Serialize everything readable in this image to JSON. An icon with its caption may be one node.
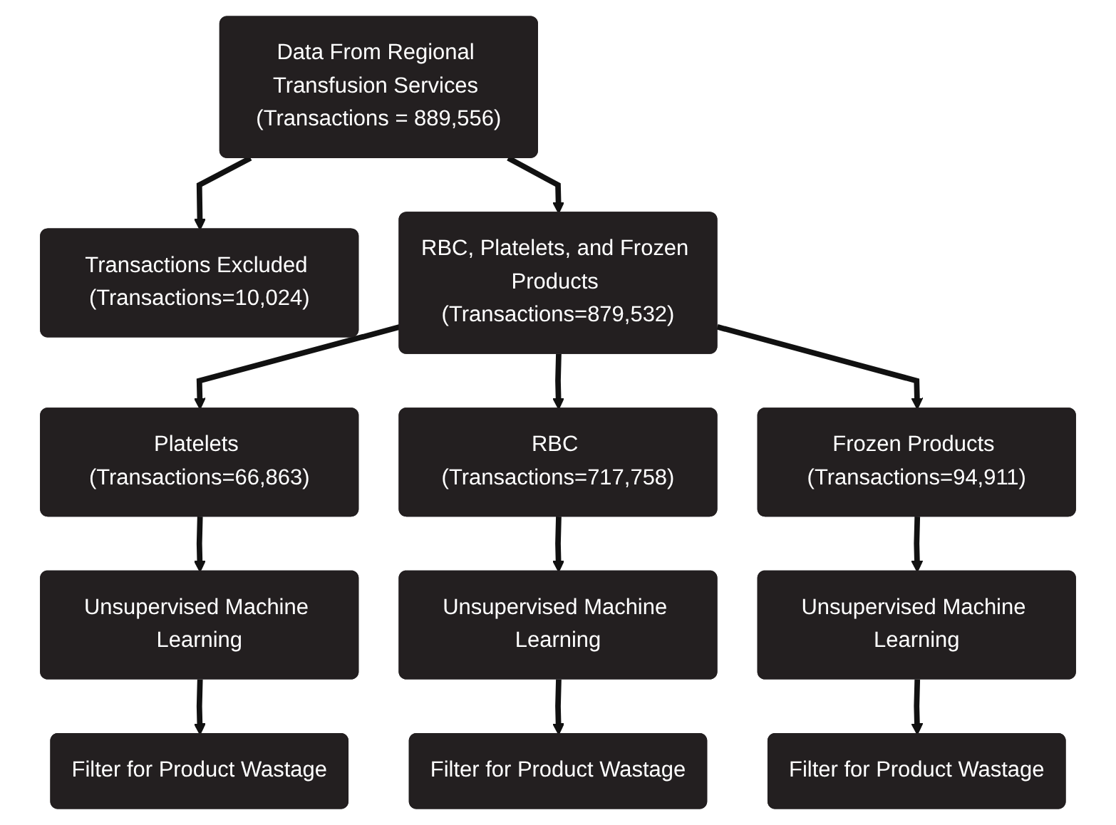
{
  "diagram": {
    "nodes": [
      {
        "text": [
          "Data From Regional Transfusion Services (Transactions = 889,556)"
        ]
      },
      {
        "text": [
          "Transactions Excluded (Transactions=10,024)"
        ]
      },
      {
        "text": [
          "RBC, Platelets, and Frozen Products (Transactions=879,532)"
        ]
      },
      {
        "text": [
          "Platelets (Transactions=66,863)"
        ]
      },
      {
        "text": [
          "RBC (Transactions=717,758)"
        ]
      },
      {
        "text": [
          "Frozen Products (Transactions=94,911)"
        ]
      },
      {
        "text": [
          "Unsupervised Machine Learning"
        ]
      },
      {
        "text": [
          "Unsupervised Machine Learning"
        ]
      },
      {
        "text": [
          "Unsupervised Machine Learning"
        ]
      },
      {
        "text": [
          "Filter for Product Wastage"
        ]
      },
      {
        "text": [
          "Filter for Product Wastage"
        ]
      },
      {
        "text": [
          "Filter for Product Wastage"
        ]
      }
    ],
    "edges": [
      {
        "from": 0,
        "to": 2,
        "arrow": "to"
      },
      {
        "from": 0,
        "to": 1,
        "arrow": "to"
      },
      {
        "from": 2,
        "to": 3,
        "arrow": "to"
      },
      {
        "from": 2,
        "to": 4,
        "arrow": "to"
      },
      {
        "from": 2,
        "to": 5,
        "arrow": "to"
      },
      {
        "from": 3,
        "to": 6,
        "arrow": "to"
      },
      {
        "from": 4,
        "to": 7,
        "arrow": "to"
      },
      {
        "from": 5,
        "to": 8,
        "arrow": "to"
      },
      {
        "from": 6,
        "to": 9,
        "arrow": "to"
      },
      {
        "from": 7,
        "to": 10,
        "arrow": "to"
      },
      {
        "from": 8,
        "to": 11,
        "arrow": "to"
      }
    ]
  }
}
